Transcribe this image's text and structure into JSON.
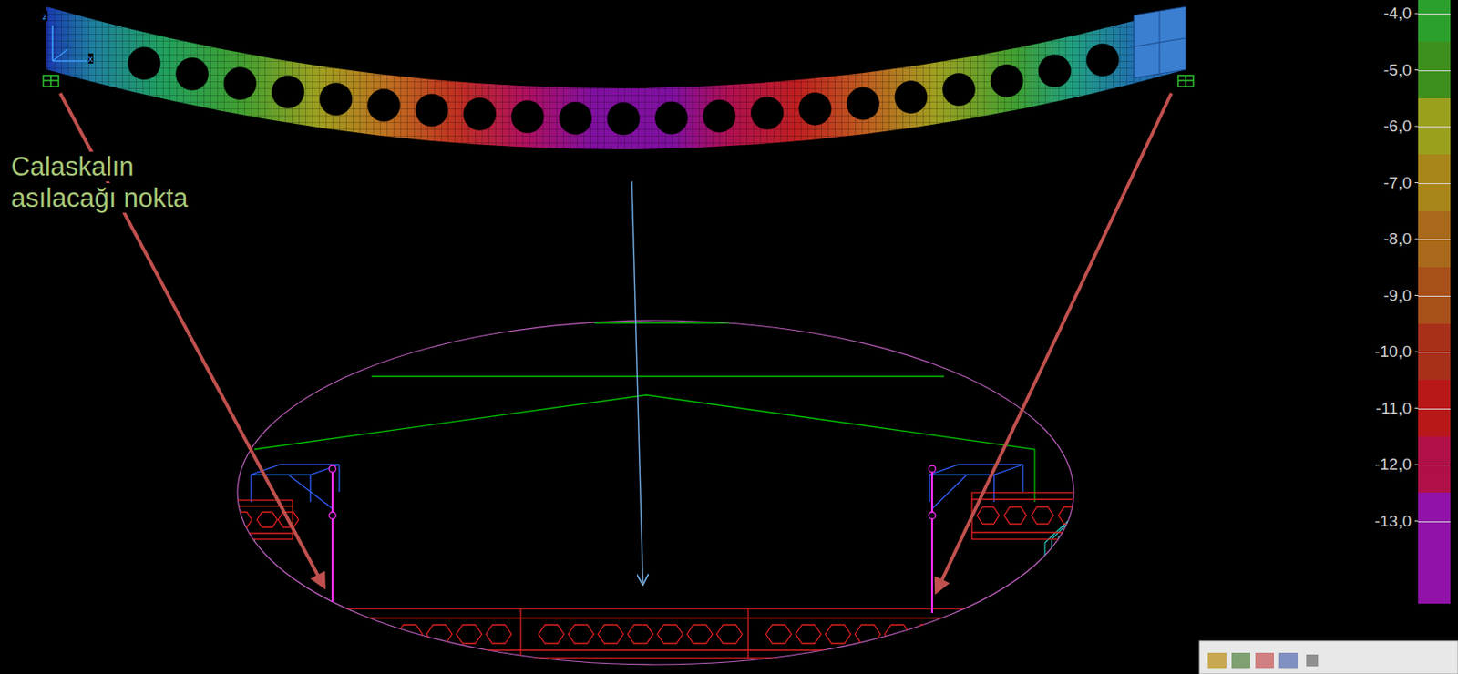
{
  "diagram": {
    "labels": [
      "Calaskalın asılacağı nokta",
      "z",
      "x"
    ],
    "legend": [
      {
        "text": "-4,0",
        "color": "#2ca02c"
      },
      {
        "text": "-5,0",
        "color": "#3d8f1e"
      },
      {
        "text": "-6,0",
        "color": "#9aa01e"
      },
      {
        "text": "-7,0",
        "color": "#a8861a"
      },
      {
        "text": "-8,0",
        "color": "#a86a1a"
      },
      {
        "text": "-9,0",
        "color": "#a8501a"
      },
      {
        "text": "-10,0",
        "color": "#a8301a"
      },
      {
        "text": "-11,0",
        "color": "#b81818"
      },
      {
        "text": "-12,0",
        "color": "#b01048"
      },
      {
        "text": "-13,0",
        "color": "#9012a8"
      }
    ]
  }
}
